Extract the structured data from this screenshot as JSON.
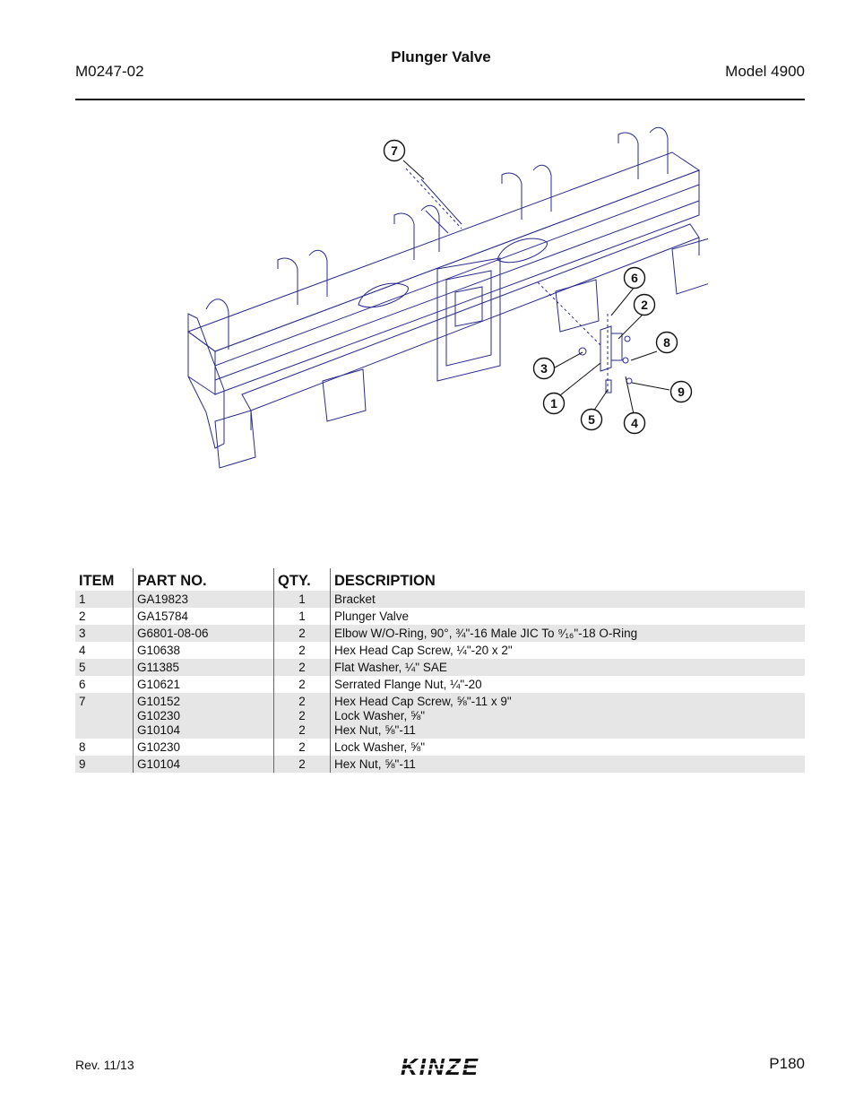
{
  "header": {
    "doc_number": "M0247-02",
    "title": "Plunger Valve",
    "model": "Model 4900"
  },
  "diagram": {
    "callouts": [
      "1",
      "2",
      "3",
      "4",
      "5",
      "6",
      "7",
      "8",
      "9"
    ]
  },
  "table": {
    "headers": {
      "item": "ITEM",
      "part_no": "PART NO.",
      "qty": "QTY.",
      "description": "DESCRIPTION"
    },
    "rows": [
      {
        "item": "1",
        "part_no": [
          "GA19823"
        ],
        "qty": [
          "1"
        ],
        "description": [
          "Bracket"
        ]
      },
      {
        "item": "2",
        "part_no": [
          "GA15784"
        ],
        "qty": [
          "1"
        ],
        "description": [
          "Plunger Valve"
        ]
      },
      {
        "item": "3",
        "part_no": [
          "G6801-08-06"
        ],
        "qty": [
          "2"
        ],
        "description": [
          "Elbow W/O-Ring, 90°, ¾\"-16 Male JIC To ⁹⁄₁₆\"-18 O-Ring"
        ]
      },
      {
        "item": "4",
        "part_no": [
          "G10638"
        ],
        "qty": [
          "2"
        ],
        "description": [
          "Hex Head Cap Screw, ¼\"-20 x 2\""
        ]
      },
      {
        "item": "5",
        "part_no": [
          "G11385"
        ],
        "qty": [
          "2"
        ],
        "description": [
          "Flat Washer, ¼\" SAE"
        ]
      },
      {
        "item": "6",
        "part_no": [
          "G10621"
        ],
        "qty": [
          "2"
        ],
        "description": [
          "Serrated Flange Nut, ¼\"-20"
        ]
      },
      {
        "item": "7",
        "part_no": [
          "G10152",
          "G10230",
          "G10104"
        ],
        "qty": [
          "2",
          "2",
          "2"
        ],
        "description": [
          "Hex Head Cap Screw, ⅝\"-11 x 9\"",
          "Lock Washer, ⅝\"",
          "Hex Nut, ⅝\"-11"
        ]
      },
      {
        "item": "8",
        "part_no": [
          "G10230"
        ],
        "qty": [
          "2"
        ],
        "description": [
          "Lock Washer, ⅝\""
        ]
      },
      {
        "item": "9",
        "part_no": [
          "G10104"
        ],
        "qty": [
          "2"
        ],
        "description": [
          "Hex Nut, ⅝\"-11"
        ]
      }
    ]
  },
  "footer": {
    "revision": "Rev. 11/13",
    "logo_text": "KINZE",
    "page": "P180"
  },
  "colors": {
    "drawing_line": "#2a2a8c",
    "row_shade": "#e6e6e6",
    "text": "#111111"
  }
}
